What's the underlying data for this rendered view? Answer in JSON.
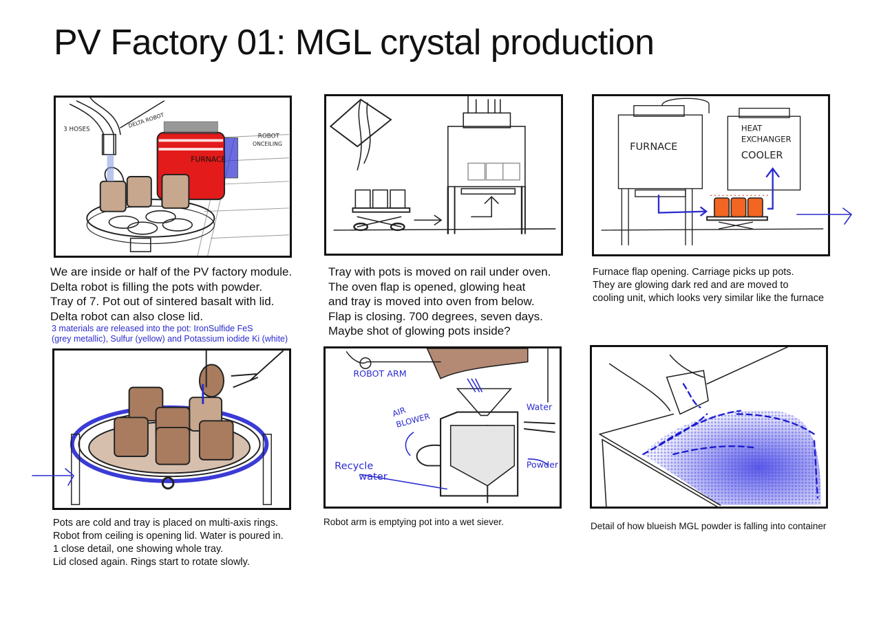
{
  "title": "PV Factory 01: MGL crystal production",
  "colors": {
    "ink": "#111111",
    "blue": "#2b2bd0",
    "furnace_red": "#e31b1b",
    "pot_brown": "#a97c5f",
    "glow_orange": "#f26522"
  },
  "panels": [
    {
      "id": 1,
      "labels": [
        "3 HOSES",
        "DELTA ROBOT",
        "FURNACE",
        "ROBOT",
        "ONCEILING"
      ],
      "caption_lines": [
        "We are inside or half of the PV factory module.",
        "Delta robot is filling the pots with powder.",
        "Tray of 7. Pot out of sintered basalt with lid.",
        "Delta robot can also close lid."
      ],
      "note_lines": [
        "3 materials are released into the pot: IronSulfide FeS",
        "(grey metallic), Sulfur (yellow) and Potassium iodide Ki (white)"
      ]
    },
    {
      "id": 2,
      "labels": [],
      "caption_lines": [
        "Tray with pots is moved on rail under oven.",
        "The oven flap is opened, glowing heat",
        "and tray is moved into oven from below.",
        "Flap is closing. 700 degrees, seven days.",
        "Maybe shot of glowing pots inside?"
      ]
    },
    {
      "id": 3,
      "labels": [
        "FURNACE",
        "HEAT",
        "EXCHANGER",
        "COOLER"
      ],
      "caption_lines": [
        "Furnace flap opening. Carriage picks up pots.",
        "They are glowing dark red and are moved to",
        "cooling unit, which looks very similar like the furnace"
      ]
    },
    {
      "id": 4,
      "labels": [],
      "caption_lines": [
        "Pots are cold and tray is placed on multi-axis rings.",
        "Robot from ceiling is opening lid. Water is poured in.",
        "1 close detail, one showing whole tray.",
        "Lid closed again. Rings start to rotate slowly."
      ]
    },
    {
      "id": 5,
      "labels": [
        "ROBOT ARM",
        "AIR",
        "BLOWER",
        "Water",
        "Recycle",
        "water",
        "Powder"
      ],
      "caption_lines": [
        "Robot arm is emptying pot into a wet siever."
      ]
    },
    {
      "id": 6,
      "labels": [],
      "caption_lines": [
        "Detail of how blueish MGL powder is falling into container"
      ]
    }
  ]
}
